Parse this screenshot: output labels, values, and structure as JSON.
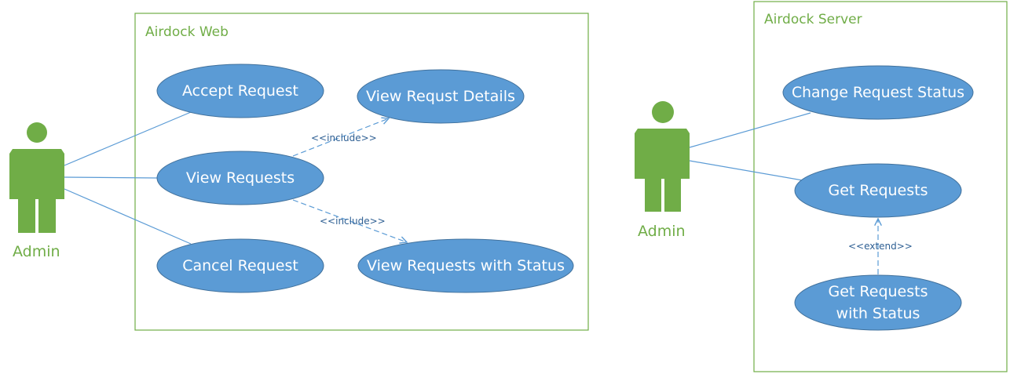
{
  "colors": {
    "boundary": "#70ad47",
    "actor": "#70ad47",
    "usecase_fill": "#5b9bd5",
    "usecase_text": "#ffffff",
    "line": "#5b9bd5"
  },
  "boundaries": {
    "web": "Airdock Web",
    "server": "Airdock Server"
  },
  "actors": {
    "web_admin": "Admin",
    "server_admin": "Admin"
  },
  "usecases": {
    "accept_request": "Accept Request",
    "view_requests": "View Requests",
    "cancel_request": "Cancel Request",
    "view_request_details": "View Requst Details",
    "view_requests_with_status": "View Requests with Status",
    "change_request_status": "Change Request Status",
    "get_requests": "Get Requests",
    "get_requests_with_status_line1": "Get Requests",
    "get_requests_with_status_line2": "with Status"
  },
  "relations": {
    "include_1": "<<include>>",
    "include_2": "<<include>>",
    "extend_1": "<<extend>>"
  }
}
